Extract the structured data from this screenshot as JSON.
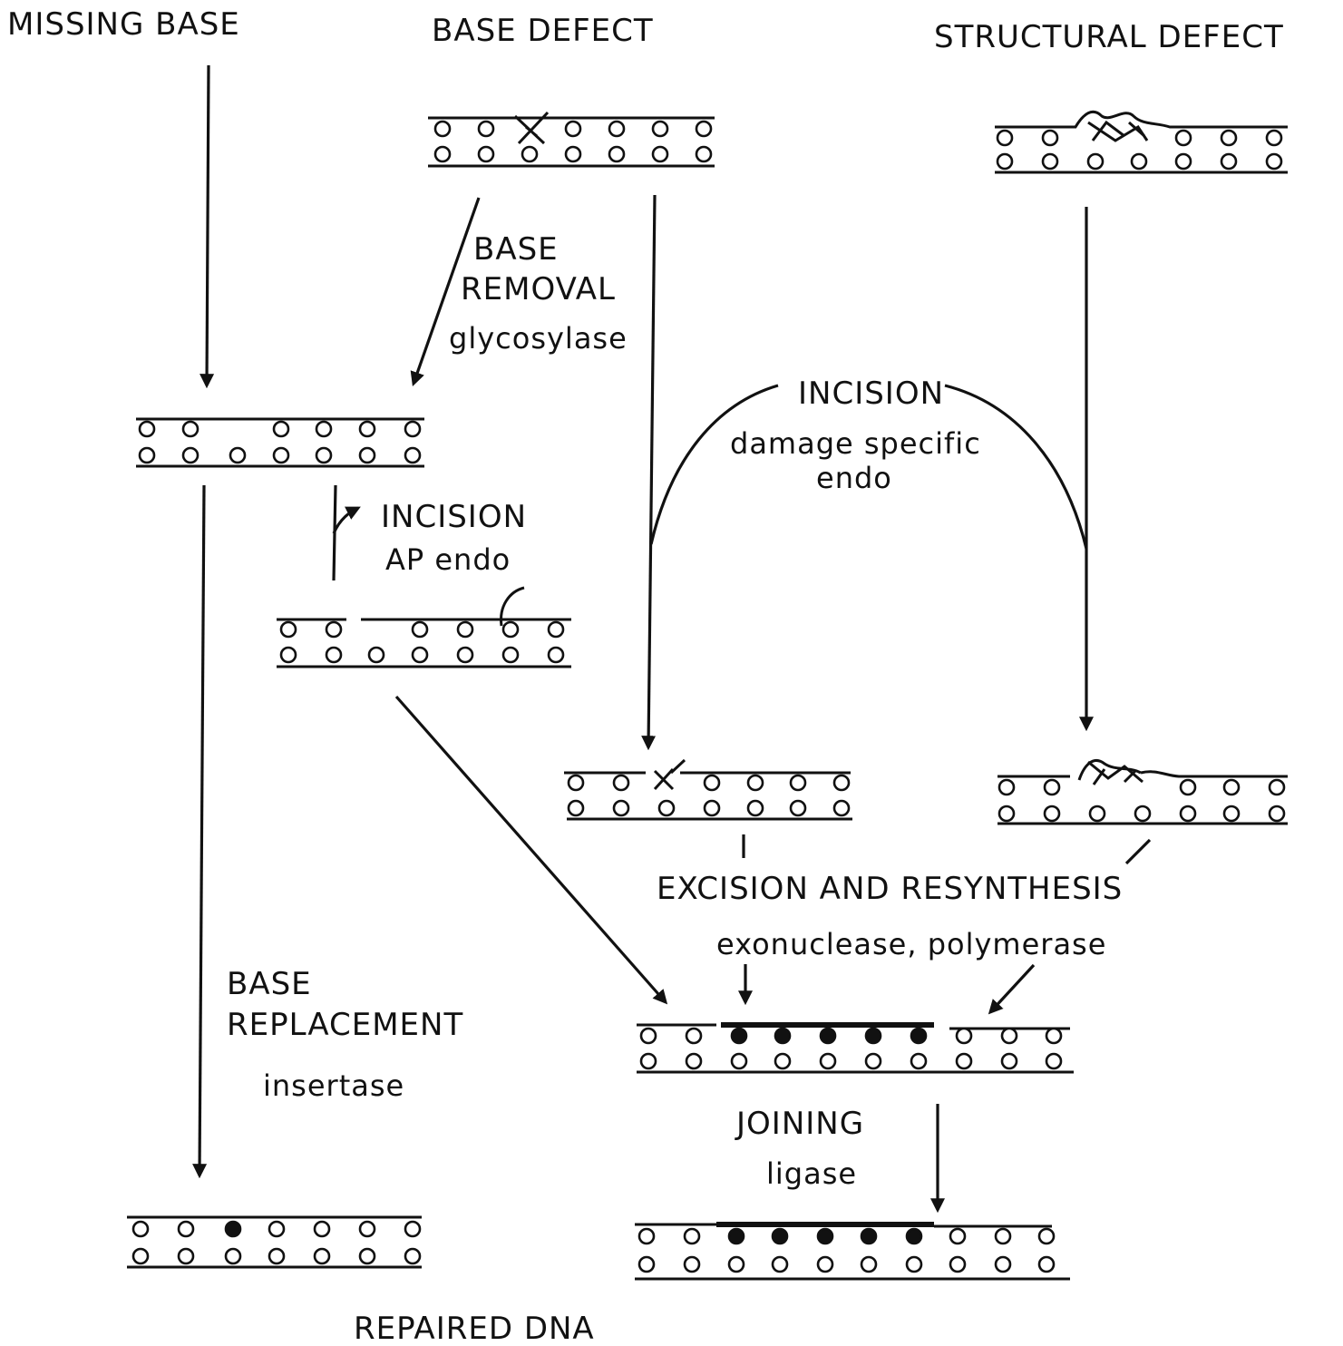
{
  "labels": {
    "missing_base": "MISSING BASE",
    "base_defect": "BASE DEFECT",
    "structural_defect": "STRUCTURAL DEFECT",
    "base_removal_1": "BASE",
    "base_removal_2": "REMOVAL",
    "glycosylase": "glycosylase",
    "incision_ap": "INCISION",
    "ap_endo": "AP endo",
    "incision_specific": "INCISION",
    "damage_specific": "damage specific",
    "endo": "endo",
    "excision_resynthesis": "EXCISION AND RESYNTHESIS",
    "exo_poly": "exonuclease, polymerase",
    "base_replacement_1": "BASE",
    "base_replacement_2": "REPLACEMENT",
    "insertase": "insertase",
    "joining": "JOINING",
    "ligase": "ligase",
    "repaired_dna": "REPAIRED DNA"
  },
  "colors": {
    "ink": "#111111",
    "paper": "#ffffff"
  }
}
